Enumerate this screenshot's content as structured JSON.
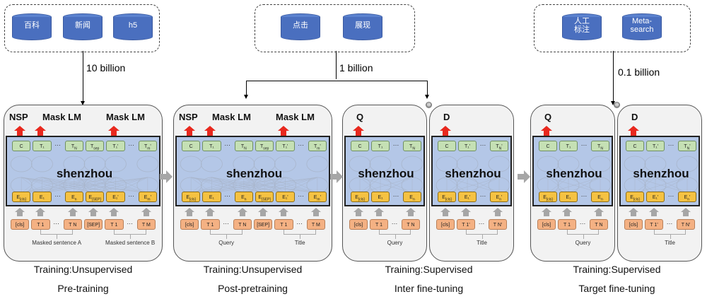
{
  "sources": [
    {
      "id": "pretrain",
      "items": [
        "百科",
        "新闻",
        "h5"
      ],
      "volume": "10 billion"
    },
    {
      "id": "postpretrain",
      "items": [
        "点击",
        "展现"
      ],
      "volume": "1 billion"
    },
    {
      "id": "target",
      "items": [
        "人工\n标注",
        "Meta-\nsearch"
      ],
      "volume": "0.1 billion"
    }
  ],
  "model_name": "shenzhou",
  "stages": [
    {
      "id": "pre-training",
      "heads": [
        "NSP",
        "Mask LM",
        "Mask LM"
      ],
      "output_tokens": [
        "C",
        "T₁",
        "…",
        "T_N",
        "T_sep",
        "T₁'",
        "…",
        "T_m'"
      ],
      "embed_tokens": [
        "E[cls]",
        "E₁",
        "…",
        "E_n",
        "E[SEP]",
        "E₁'",
        "…",
        "E_m'"
      ],
      "input_tokens": [
        "[cls]",
        "T 1",
        "…",
        "T N",
        "[SEP]",
        "T 1",
        "…",
        "T M"
      ],
      "segments": [
        "Masked sentence A",
        "Masked sentence B"
      ],
      "caption_line1": "Training:Unsupervised",
      "caption_line2": "Pre-training"
    },
    {
      "id": "post-pretraining",
      "heads": [
        "NSP",
        "Mask LM",
        "Mask LM"
      ],
      "output_tokens": [
        "C",
        "T₁",
        "…",
        "T_N",
        "T_sep",
        "T₁'",
        "…",
        "T_m'"
      ],
      "embed_tokens": [
        "E[cls]",
        "E₁",
        "…",
        "E_n",
        "E[SEP]",
        "E₁'",
        "…",
        "E_m'"
      ],
      "input_tokens": [
        "[cls]",
        "T 1",
        "…",
        "T N",
        "[SEP]",
        "T 1",
        "…",
        "T M"
      ],
      "segments": [
        "Query",
        "Title"
      ],
      "caption_line1": "Training:Unsupervised",
      "caption_line2": "Post-pretraining"
    },
    {
      "id": "inter-fine-tuning",
      "towers": [
        {
          "head": "Q",
          "output_tokens": [
            "C",
            "T₁",
            "…",
            "T_N"
          ],
          "embed_tokens": [
            "E[cls]",
            "E₁",
            "…",
            "E_n"
          ],
          "input_tokens": [
            "[cls]",
            "T 1",
            "…",
            "T N"
          ],
          "segment": "Query"
        },
        {
          "head": "D",
          "output_tokens": [
            "C",
            "T₁'",
            "…",
            "T_N'"
          ],
          "embed_tokens": [
            "E[cls]",
            "E₁'",
            "…",
            "E_n'"
          ],
          "input_tokens": [
            "[cls]",
            "T 1'",
            "…",
            "T N'"
          ],
          "segment": "Title"
        }
      ],
      "caption_line1": "Training:Supervised",
      "caption_line2": "Inter fine-tuning"
    },
    {
      "id": "target-fine-tuning",
      "towers": [
        {
          "head": "Q",
          "output_tokens": [
            "C",
            "T₁",
            "…",
            "T_N"
          ],
          "embed_tokens": [
            "E[cls]",
            "E₁",
            "…",
            "E_n"
          ],
          "input_tokens": [
            "[cls]",
            "T 1",
            "…",
            "T N"
          ],
          "segment": "Query"
        },
        {
          "head": "D",
          "output_tokens": [
            "C",
            "T₁'",
            "…",
            "T_N'"
          ],
          "embed_tokens": [
            "E[cls]",
            "E₁'",
            "…",
            "E_n'"
          ],
          "input_tokens": [
            "[cls]",
            "T 1'",
            "…",
            "T N'"
          ],
          "segment": "Title"
        }
      ],
      "caption_line1": "Training:Supervised",
      "caption_line2": "Target fine-tuning"
    }
  ],
  "combine_symbol": "⊗",
  "colors": {
    "database": "#4a6fbf",
    "model_bg": "#b4c7e7",
    "output_token": "#c5e0b4",
    "embed_token": "#f5c242",
    "input_token": "#f4b183",
    "head_arrow": "#e8281e",
    "flow_arrow": "#a6a6a6"
  }
}
